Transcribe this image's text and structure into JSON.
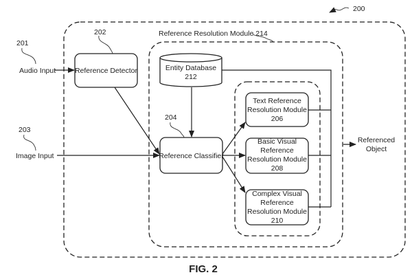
{
  "figure": {
    "caption": "FIG. 2",
    "system_ref": "200"
  },
  "inputs": {
    "audio": {
      "label": "Audio Input",
      "ref": "201"
    },
    "image": {
      "label": "Image Input",
      "ref": "203"
    }
  },
  "containers": {
    "outer": {
      "ref": "200"
    },
    "reference_resolution_module": {
      "label": "Reference Resolution Module 214"
    }
  },
  "nodes": {
    "reference_detector": {
      "label": "Reference Detector",
      "ref": "202"
    },
    "entity_database": {
      "label": "Entity Database",
      "ref": "212"
    },
    "reference_classifier": {
      "label": "Reference Classifier",
      "ref": "204"
    },
    "text_module": {
      "lines": [
        "Text Reference",
        "Resolution Module"
      ],
      "ref": "206"
    },
    "basic_visual_module": {
      "lines": [
        "Basic Visual",
        "Reference",
        "Resolution Module"
      ],
      "ref": "208"
    },
    "complex_visual_module": {
      "lines": [
        "Complex Visual",
        "Reference",
        "Resolution Module"
      ],
      "ref": "210"
    }
  },
  "output": {
    "lines": [
      "Referenced",
      "Object"
    ]
  },
  "edges": [
    {
      "from": "audio_input",
      "to": "reference_detector"
    },
    {
      "from": "reference_detector",
      "to": "reference_classifier"
    },
    {
      "from": "image_input",
      "to": "reference_classifier"
    },
    {
      "from": "entity_database",
      "to": "reference_classifier"
    },
    {
      "from": "reference_classifier",
      "to": "text_module"
    },
    {
      "from": "reference_classifier",
      "to": "basic_visual_module"
    },
    {
      "from": "reference_classifier",
      "to": "complex_visual_module"
    },
    {
      "from": "entity_database",
      "to": "referenced_object"
    },
    {
      "from": "text_module",
      "to": "referenced_object"
    },
    {
      "from": "basic_visual_module",
      "to": "referenced_object"
    },
    {
      "from": "complex_visual_module",
      "to": "referenced_object"
    }
  ]
}
